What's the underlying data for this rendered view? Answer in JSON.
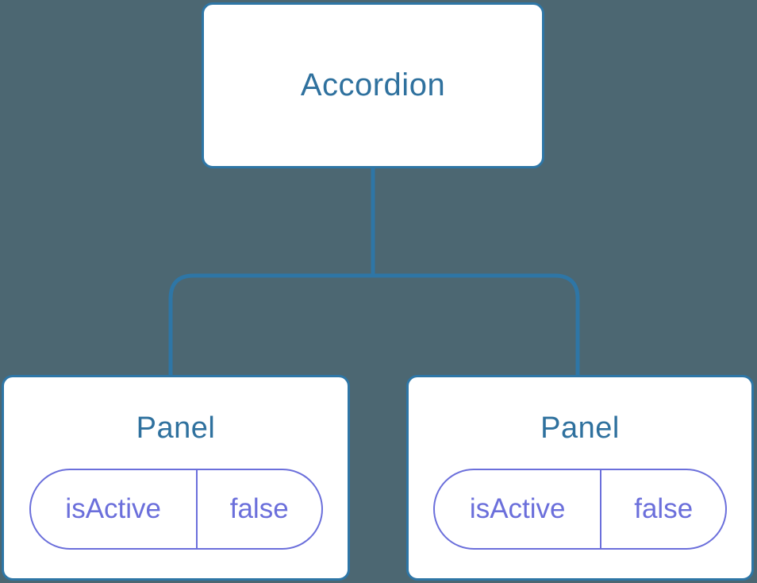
{
  "diagram": {
    "type": "component-tree",
    "root": {
      "label": "Accordion"
    },
    "children": [
      {
        "label": "Panel",
        "prop": {
          "name": "isActive",
          "value": "false"
        }
      },
      {
        "label": "Panel",
        "prop": {
          "name": "isActive",
          "value": "false"
        }
      }
    ]
  },
  "colors": {
    "bg": "#4C6772",
    "line": "#2E76A6",
    "heading": "#2F719E",
    "accent": "#6B6FDB",
    "node-bg": "#FFFFFF"
  }
}
